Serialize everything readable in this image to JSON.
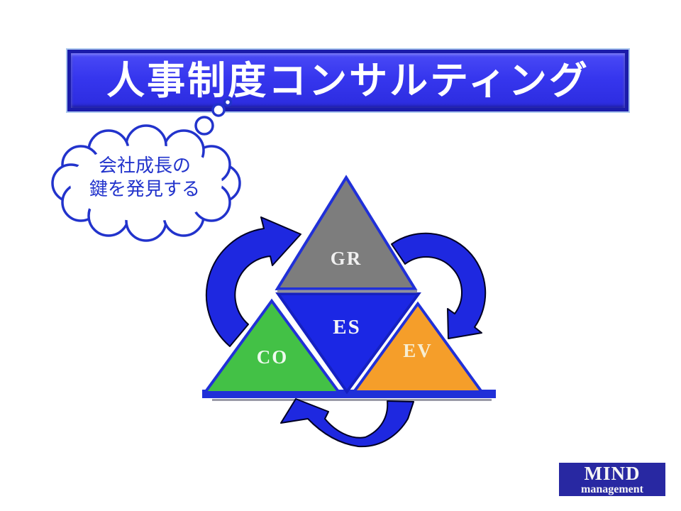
{
  "title_banner": {
    "text": "人事制度コンサルティング"
  },
  "thought_cloud": {
    "line1": "会社成長の",
    "line2": "鍵を発見する"
  },
  "diagram": {
    "triangles": [
      {
        "label": "GR",
        "color": "#7d7d7d",
        "position": "top"
      },
      {
        "label": "ES",
        "color": "#1b27e4",
        "position": "center-inverted"
      },
      {
        "label": "CO",
        "color": "#43c146",
        "position": "bottom-left"
      },
      {
        "label": "EV",
        "color": "#f59e2a",
        "position": "bottom-right"
      }
    ],
    "arrow_color": "#1e28e0",
    "border_color": "#2030d8"
  },
  "logo": {
    "line1": "MIND",
    "line2": "management",
    "background": "#2828a2"
  },
  "colors": {
    "banner_fill": "#3636ee",
    "banner_border": "#1b1caa",
    "cloud_outline": "#2233cc",
    "title_text": "#ffffff"
  }
}
